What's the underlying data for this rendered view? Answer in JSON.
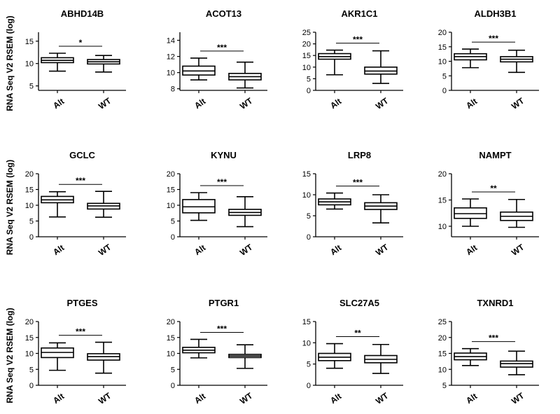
{
  "figure": {
    "ylabel": "RNA Seq V2 RSEM (log)"
  },
  "chart_data": [
    {
      "type": "box",
      "title": "ABHD14B",
      "categories": [
        "Alt",
        "WT"
      ],
      "ylim": [
        4,
        17
      ],
      "yticks": [
        5,
        10,
        15
      ],
      "significance": "*",
      "series": [
        {
          "name": "Alt",
          "min": 8.3,
          "q1": 10.2,
          "median": 10.7,
          "q3": 11.3,
          "max": 12.3
        },
        {
          "name": "WT",
          "min": 8.1,
          "q1": 9.9,
          "median": 10.4,
          "q3": 10.9,
          "max": 11.8
        }
      ]
    },
    {
      "type": "box",
      "title": "ACOT13",
      "categories": [
        "Alt",
        "WT"
      ],
      "ylim": [
        7.8,
        15
      ],
      "yticks": [
        8,
        10,
        12,
        14
      ],
      "significance": "***",
      "series": [
        {
          "name": "Alt",
          "min": 9.1,
          "q1": 9.7,
          "median": 10.2,
          "q3": 10.8,
          "max": 11.8
        },
        {
          "name": "WT",
          "min": 8.1,
          "q1": 9.1,
          "median": 9.5,
          "q3": 9.9,
          "max": 11.3
        }
      ]
    },
    {
      "type": "box",
      "title": "AKR1C1",
      "categories": [
        "Alt",
        "WT"
      ],
      "ylim": [
        0,
        25
      ],
      "yticks": [
        0,
        5,
        10,
        15,
        20,
        25
      ],
      "significance": "***",
      "series": [
        {
          "name": "Alt",
          "min": 6.7,
          "q1": 13.4,
          "median": 14.5,
          "q3": 15.8,
          "max": 17.3
        },
        {
          "name": "WT",
          "min": 3.0,
          "q1": 7.0,
          "median": 8.3,
          "q3": 10.0,
          "max": 17.0
        }
      ]
    },
    {
      "type": "box",
      "title": "ALDH3B1",
      "categories": [
        "Alt",
        "WT"
      ],
      "ylim": [
        0,
        20
      ],
      "yticks": [
        0,
        5,
        10,
        15,
        20
      ],
      "significance": "***",
      "series": [
        {
          "name": "Alt",
          "min": 7.8,
          "q1": 10.5,
          "median": 11.6,
          "q3": 12.6,
          "max": 14.2
        },
        {
          "name": "WT",
          "min": 6.2,
          "q1": 9.8,
          "median": 10.7,
          "q3": 11.6,
          "max": 13.8
        }
      ]
    },
    {
      "type": "box",
      "title": "GCLC",
      "categories": [
        "Alt",
        "WT"
      ],
      "ylim": [
        0,
        20
      ],
      "yticks": [
        0,
        5,
        10,
        15,
        20
      ],
      "significance": "***",
      "series": [
        {
          "name": "Alt",
          "min": 6.3,
          "q1": 10.8,
          "median": 11.7,
          "q3": 12.8,
          "max": 14.3
        },
        {
          "name": "WT",
          "min": 6.2,
          "q1": 8.8,
          "median": 9.8,
          "q3": 10.6,
          "max": 14.4
        }
      ]
    },
    {
      "type": "box",
      "title": "KYNU",
      "categories": [
        "Alt",
        "WT"
      ],
      "ylim": [
        0,
        20
      ],
      "yticks": [
        0,
        5,
        10,
        15,
        20
      ],
      "significance": "***",
      "series": [
        {
          "name": "Alt",
          "min": 5.2,
          "q1": 7.6,
          "median": 9.5,
          "q3": 11.8,
          "max": 14.0
        },
        {
          "name": "WT",
          "min": 3.2,
          "q1": 6.8,
          "median": 7.7,
          "q3": 8.7,
          "max": 12.7
        }
      ]
    },
    {
      "type": "box",
      "title": "LRP8",
      "categories": [
        "Alt",
        "WT"
      ],
      "ylim": [
        0,
        15
      ],
      "yticks": [
        0,
        5,
        10,
        15
      ],
      "significance": "***",
      "series": [
        {
          "name": "Alt",
          "min": 6.6,
          "q1": 7.6,
          "median": 8.3,
          "q3": 9.0,
          "max": 10.4
        },
        {
          "name": "WT",
          "min": 3.3,
          "q1": 6.5,
          "median": 7.3,
          "q3": 8.1,
          "max": 10.0
        }
      ]
    },
    {
      "type": "box",
      "title": "NAMPT",
      "categories": [
        "Alt",
        "WT"
      ],
      "ylim": [
        8,
        20
      ],
      "yticks": [
        10,
        15,
        20
      ],
      "significance": "**",
      "series": [
        {
          "name": "Alt",
          "min": 10.0,
          "q1": 11.5,
          "median": 12.4,
          "q3": 13.5,
          "max": 15.2
        },
        {
          "name": "WT",
          "min": 9.8,
          "q1": 11.1,
          "median": 11.9,
          "q3": 12.7,
          "max": 15.1
        }
      ]
    },
    {
      "type": "box",
      "title": "PTGES",
      "categories": [
        "Alt",
        "WT"
      ],
      "ylim": [
        0,
        20
      ],
      "yticks": [
        0,
        5,
        10,
        15,
        20
      ],
      "significance": "***",
      "series": [
        {
          "name": "Alt",
          "min": 4.7,
          "q1": 8.7,
          "median": 10.3,
          "q3": 11.7,
          "max": 13.3
        },
        {
          "name": "WT",
          "min": 3.8,
          "q1": 7.9,
          "median": 9.0,
          "q3": 9.9,
          "max": 13.5
        }
      ]
    },
    {
      "type": "box",
      "title": "PTGR1",
      "categories": [
        "Alt",
        "WT"
      ],
      "ylim": [
        0,
        20
      ],
      "yticks": [
        0,
        5,
        10,
        15,
        20
      ],
      "significance": "***",
      "series": [
        {
          "name": "Alt",
          "min": 8.6,
          "q1": 10.2,
          "median": 11.0,
          "q3": 11.9,
          "max": 14.4
        },
        {
          "name": "WT",
          "min": 5.3,
          "q1": 8.7,
          "median": 9.2,
          "q3": 9.7,
          "max": 12.7
        }
      ]
    },
    {
      "type": "box",
      "title": "SLC27A5",
      "categories": [
        "Alt",
        "WT"
      ],
      "ylim": [
        0,
        15
      ],
      "yticks": [
        0,
        5,
        10,
        15
      ],
      "significance": "**",
      "series": [
        {
          "name": "Alt",
          "min": 4.0,
          "q1": 5.8,
          "median": 6.6,
          "q3": 7.5,
          "max": 9.8
        },
        {
          "name": "WT",
          "min": 2.8,
          "q1": 5.3,
          "median": 6.1,
          "q3": 7.0,
          "max": 9.6
        }
      ]
    },
    {
      "type": "box",
      "title": "TXNRD1",
      "categories": [
        "Alt",
        "WT"
      ],
      "ylim": [
        5,
        25
      ],
      "yticks": [
        5,
        10,
        15,
        20,
        25
      ],
      "significance": "***",
      "series": [
        {
          "name": "Alt",
          "min": 11.2,
          "q1": 13.0,
          "median": 14.0,
          "q3": 15.1,
          "max": 16.5
        },
        {
          "name": "WT",
          "min": 8.3,
          "q1": 10.7,
          "median": 11.8,
          "q3": 12.6,
          "max": 15.7
        }
      ]
    }
  ]
}
